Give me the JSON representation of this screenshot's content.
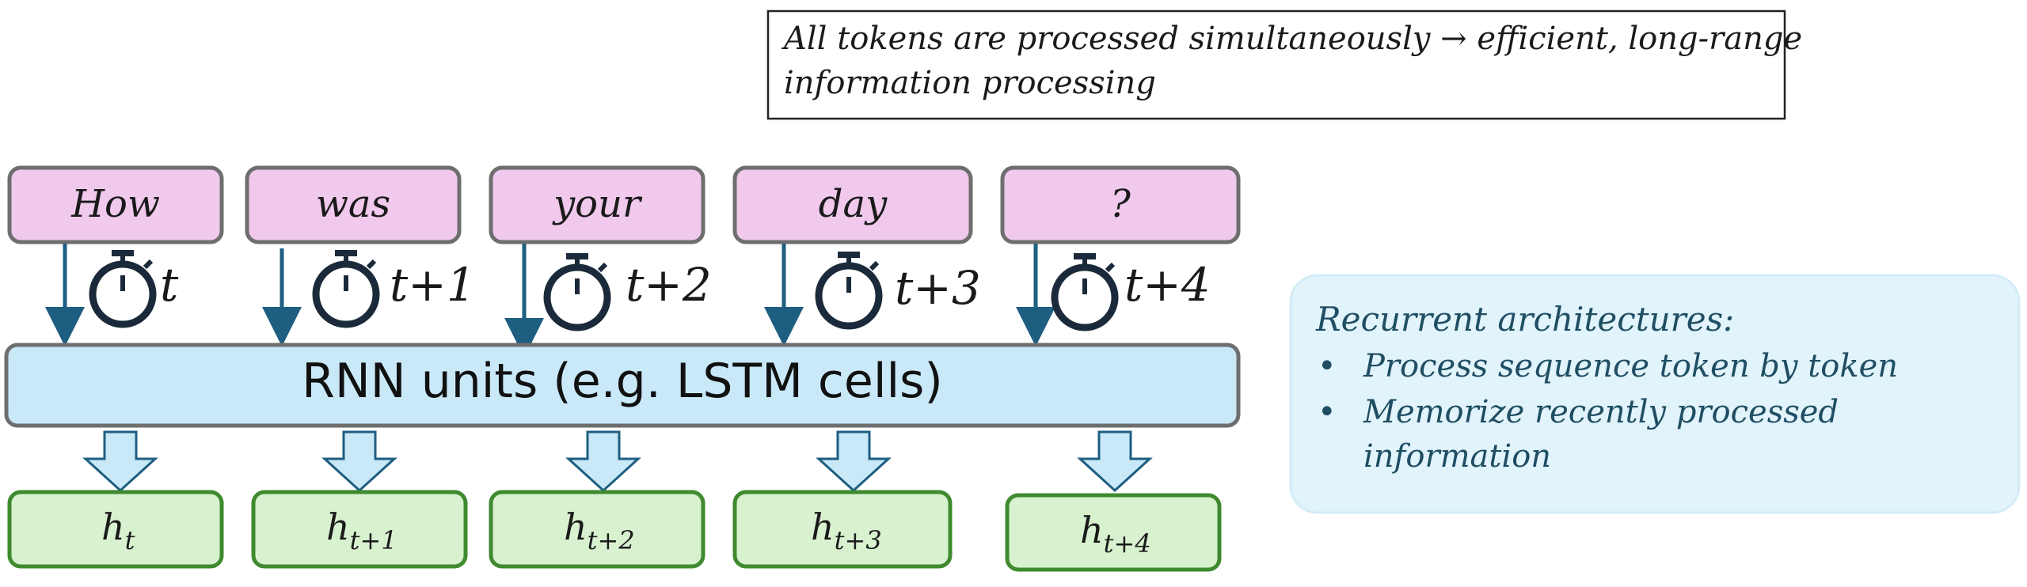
{
  "note": {
    "line1": "All tokens are processed simultaneously → efficient, long-range",
    "line2": "information processing"
  },
  "tokens": [
    "How",
    "was",
    "your",
    "day",
    "?"
  ],
  "time_labels": [
    "t",
    "t+1",
    "t+2",
    "t+3",
    "t+4"
  ],
  "rnn": {
    "label": "RNN units (e.g. LSTM cells)"
  },
  "outputs": [
    {
      "main": "h",
      "sub": "t"
    },
    {
      "main": "h",
      "sub": "t+1"
    },
    {
      "main": "h",
      "sub": "t+2"
    },
    {
      "main": "h",
      "sub": "t+3"
    },
    {
      "main": "h",
      "sub": "t+4"
    }
  ],
  "info": {
    "title": "Recurrent architectures:",
    "bullet1": "Process sequence token by token",
    "bullet2_line1": "Memorize recently processed",
    "bullet2_line2": "information"
  },
  "colors": {
    "token_fill": "#f0c9ec",
    "box_stroke": "#6e6e6e",
    "rnn_fill": "#c9e9f9",
    "output_fill": "#d8f1cf",
    "output_stroke": "#3f8a2f",
    "arrow": "#1e5e80",
    "info_fill": "#e1f3fb",
    "text_accent": "#1f4e63"
  }
}
